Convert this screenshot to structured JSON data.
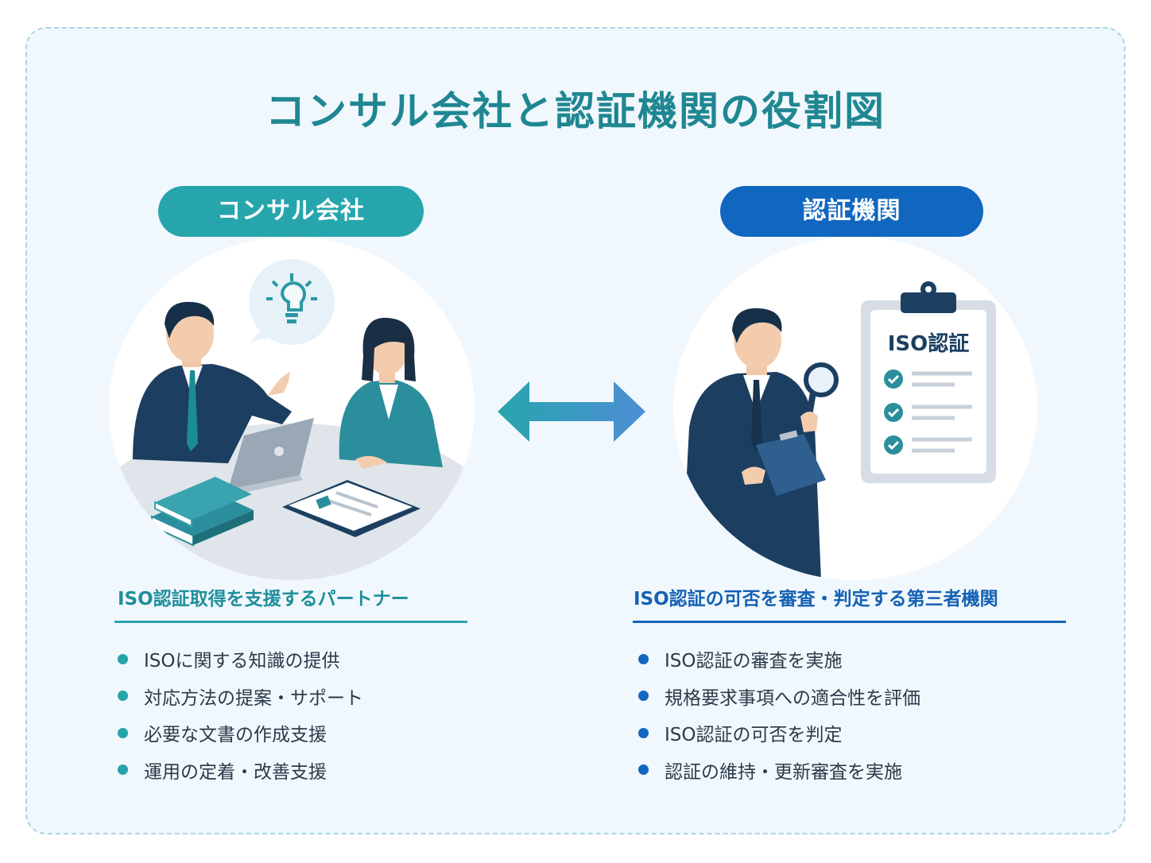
{
  "title": "コンサル会社と認証機関の役割図",
  "left": {
    "label": "コンサル会社",
    "subtitle": "ISO認証取得を支援するパートナー",
    "items": [
      "ISOに関する知識の提供",
      "対応方法の提案・サポート",
      "必要な文書の作成支援",
      "運用の定着・改善支援"
    ]
  },
  "right": {
    "label": "認証機関",
    "subtitle": "ISO認証の可否を審査・判定する第三者機関",
    "items": [
      "ISO認証の審査を実施",
      "規格要求事項への適合性を評価",
      "ISO認証の可否を判定",
      "認証の維持・更新審査を実施"
    ],
    "clipboard_title": "ISO認証"
  },
  "colors": {
    "teal": "#27a5ad",
    "blue": "#1167c0",
    "title": "#1f8792",
    "background": "#f1f8fd"
  }
}
